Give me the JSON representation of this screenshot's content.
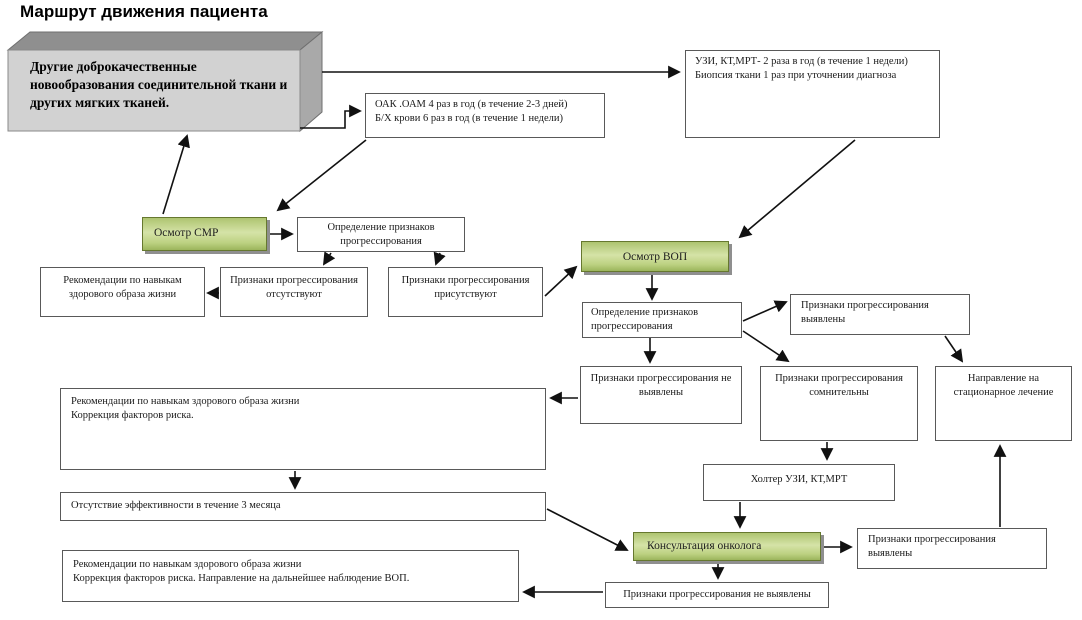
{
  "title": "Маршрут движения пациента",
  "colors": {
    "green_fill": "#c9db94",
    "green_border": "#66782f",
    "box_border": "#595959",
    "gray_face_front": "#d2d2d2",
    "gray_face_top": "#8f8f8f",
    "gray_face_side": "#a9a9a9",
    "arrow": "#111111"
  },
  "nodes": {
    "diagnosis": {
      "text": "Другие доброкачественные новообразования соединительной ткани и других мягких тканей."
    },
    "uzi_schedule": {
      "line1": "УЗИ, КТ,МРТ- 2 раза в год (в течение 1 недели)",
      "line2": "Биопсия ткани 1 раз при уточнении диагноза"
    },
    "oak_schedule": {
      "line1": "ОАК .ОАМ 4 раз в год (в течение 2-3 дней)",
      "line2": "Б/Х крови 6 раз в год (в течение 1 недели)"
    },
    "osmotr_smr": {
      "label": "Осмотр СМР"
    },
    "opred_smr": {
      "label": "Определение признаков прогрессирования"
    },
    "rekom_smr": {
      "label": "Рекомендации по навыкам здорового образа жизни"
    },
    "otsutstvuyut": {
      "label": "Признаки прогрессирования отсутствуют"
    },
    "prisutstvuyut": {
      "label": "Признаки прогрессирования присутствуют"
    },
    "osmotr_vop": {
      "label": "Осмотр ВОП"
    },
    "opred_vop": {
      "label": "Определение признаков прогрессирования"
    },
    "vyyavleny_top": {
      "label": "Признаки прогрессирования выявлены"
    },
    "ne_vyyavleny_mid": {
      "label": "Признаки прогрессирования не выявлены"
    },
    "somnitelny": {
      "label": "Признаки прогрессирования сомнительны"
    },
    "napravlenie": {
      "label": "Направление на стационарное лечение"
    },
    "rekom_big": {
      "line1": "Рекомендации по навыкам здорового образа жизни",
      "line2": "Коррекция факторов  риска."
    },
    "otsutstvie_eff": {
      "label": "Отсутствие эффективности в течение 3 месяца"
    },
    "holter": {
      "label": "Холтер УЗИ, КТ,МРТ"
    },
    "konsultaciya": {
      "label": "Консультация онколога"
    },
    "vyyavleny_bottom": {
      "label": "Признаки прогрессирования выявлены"
    },
    "ne_vyyavleny_bottom": {
      "label": "Признаки прогрессирования не выявлены"
    },
    "rekom_bottom": {
      "line1": "Рекомендации по навыкам здорового образа жизни",
      "line2": "Коррекция факторов  риска. Направление на дальнейшее наблюдение ВОП."
    }
  }
}
